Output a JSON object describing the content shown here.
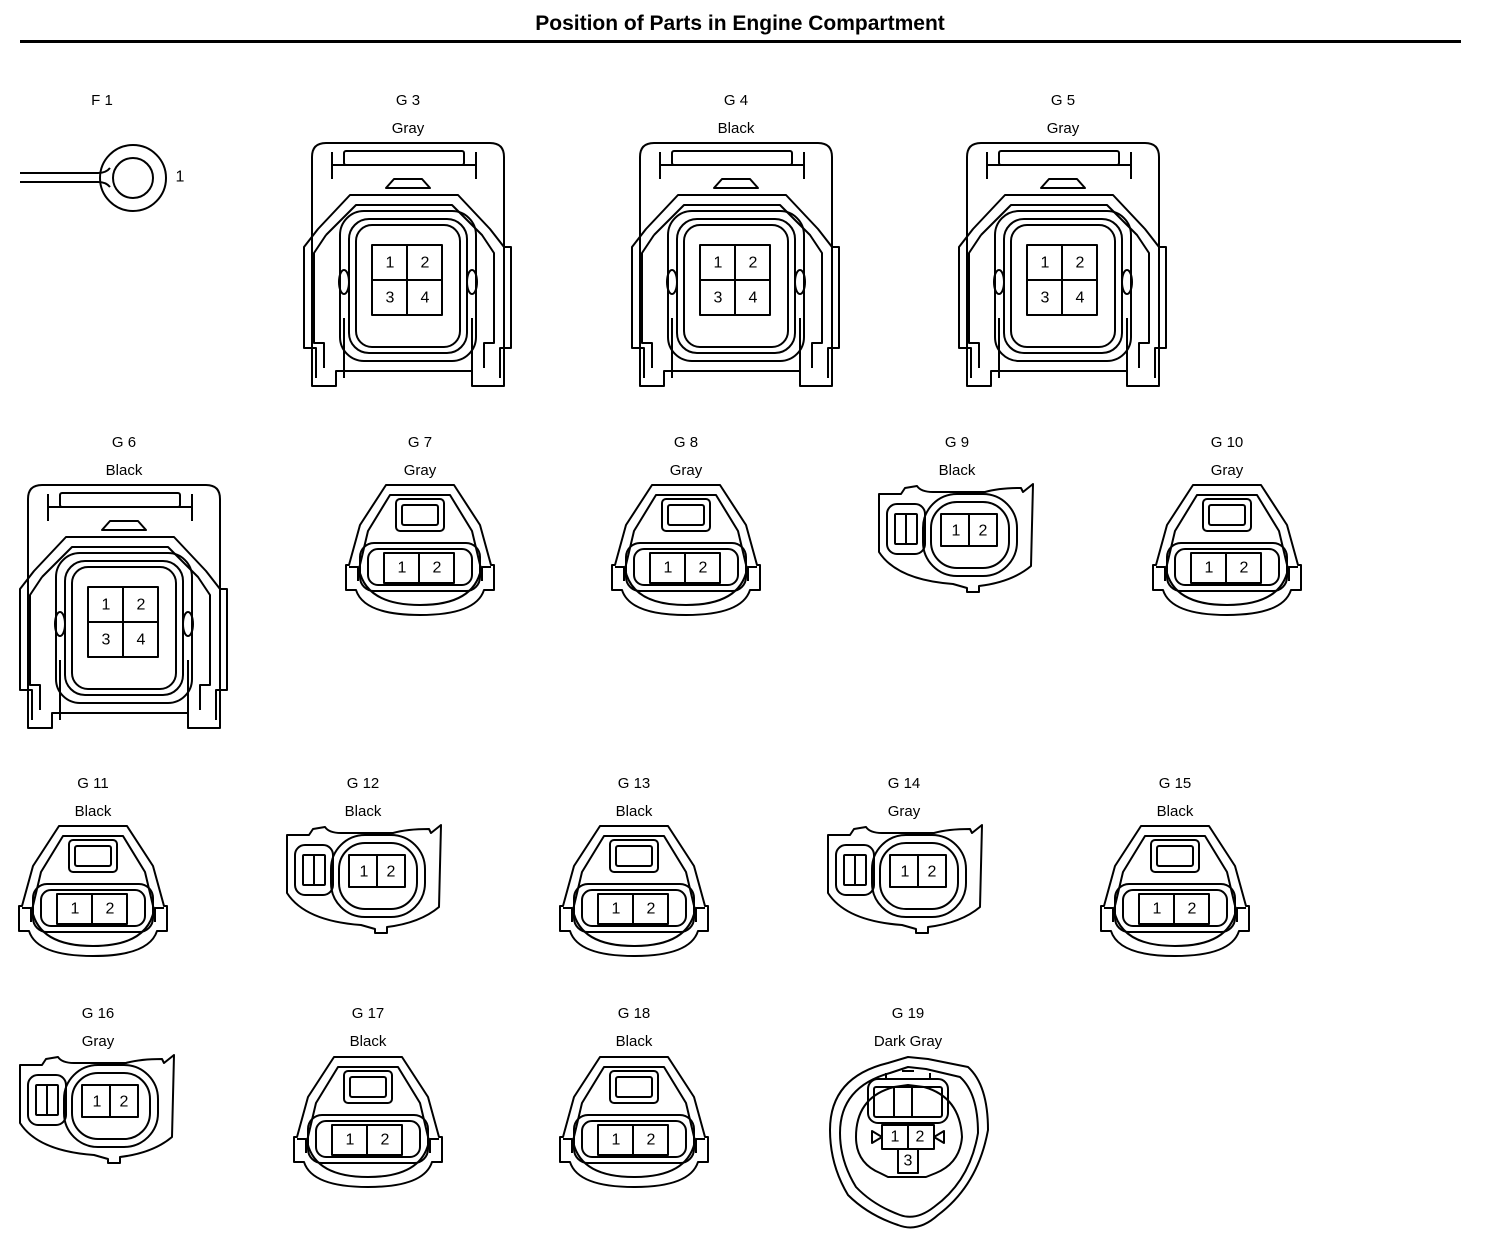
{
  "title": "Position of Parts in Engine Compartment",
  "connectors": [
    {
      "id": "F 1",
      "color": "",
      "type": "terminal",
      "pins": [
        "1"
      ]
    },
    {
      "id": "G 3",
      "color": "Gray",
      "type": "4pin",
      "pins": [
        "1",
        "2",
        "3",
        "4"
      ]
    },
    {
      "id": "G 4",
      "color": "Black",
      "type": "4pin",
      "pins": [
        "1",
        "2",
        "3",
        "4"
      ]
    },
    {
      "id": "G 5",
      "color": "Gray",
      "type": "4pin",
      "pins": [
        "1",
        "2",
        "3",
        "4"
      ]
    },
    {
      "id": "G 6",
      "color": "Black",
      "type": "4pin",
      "pins": [
        "1",
        "2",
        "3",
        "4"
      ]
    },
    {
      "id": "G 7",
      "color": "Gray",
      "type": "2pin-a",
      "pins": [
        "1",
        "2"
      ]
    },
    {
      "id": "G 8",
      "color": "Gray",
      "type": "2pin-a",
      "pins": [
        "1",
        "2"
      ]
    },
    {
      "id": "G 9",
      "color": "Black",
      "type": "2pin-b",
      "pins": [
        "1",
        "2"
      ]
    },
    {
      "id": "G 10",
      "color": "Gray",
      "type": "2pin-a",
      "pins": [
        "1",
        "2"
      ]
    },
    {
      "id": "G 11",
      "color": "Black",
      "type": "2pin-a",
      "pins": [
        "1",
        "2"
      ]
    },
    {
      "id": "G 12",
      "color": "Black",
      "type": "2pin-b",
      "pins": [
        "1",
        "2"
      ]
    },
    {
      "id": "G 13",
      "color": "Black",
      "type": "2pin-a",
      "pins": [
        "1",
        "2"
      ]
    },
    {
      "id": "G 14",
      "color": "Gray",
      "type": "2pin-b",
      "pins": [
        "1",
        "2"
      ]
    },
    {
      "id": "G 15",
      "color": "Black",
      "type": "2pin-a",
      "pins": [
        "1",
        "2"
      ]
    },
    {
      "id": "G 16",
      "color": "Gray",
      "type": "2pin-b",
      "pins": [
        "1",
        "2"
      ]
    },
    {
      "id": "G 17",
      "color": "Black",
      "type": "2pin-a",
      "pins": [
        "1",
        "2"
      ]
    },
    {
      "id": "G 18",
      "color": "Black",
      "type": "2pin-a",
      "pins": [
        "1",
        "2"
      ]
    },
    {
      "id": "G 19",
      "color": "Dark Gray",
      "type": "3pin",
      "pins": [
        "1",
        "2",
        "3"
      ]
    }
  ]
}
